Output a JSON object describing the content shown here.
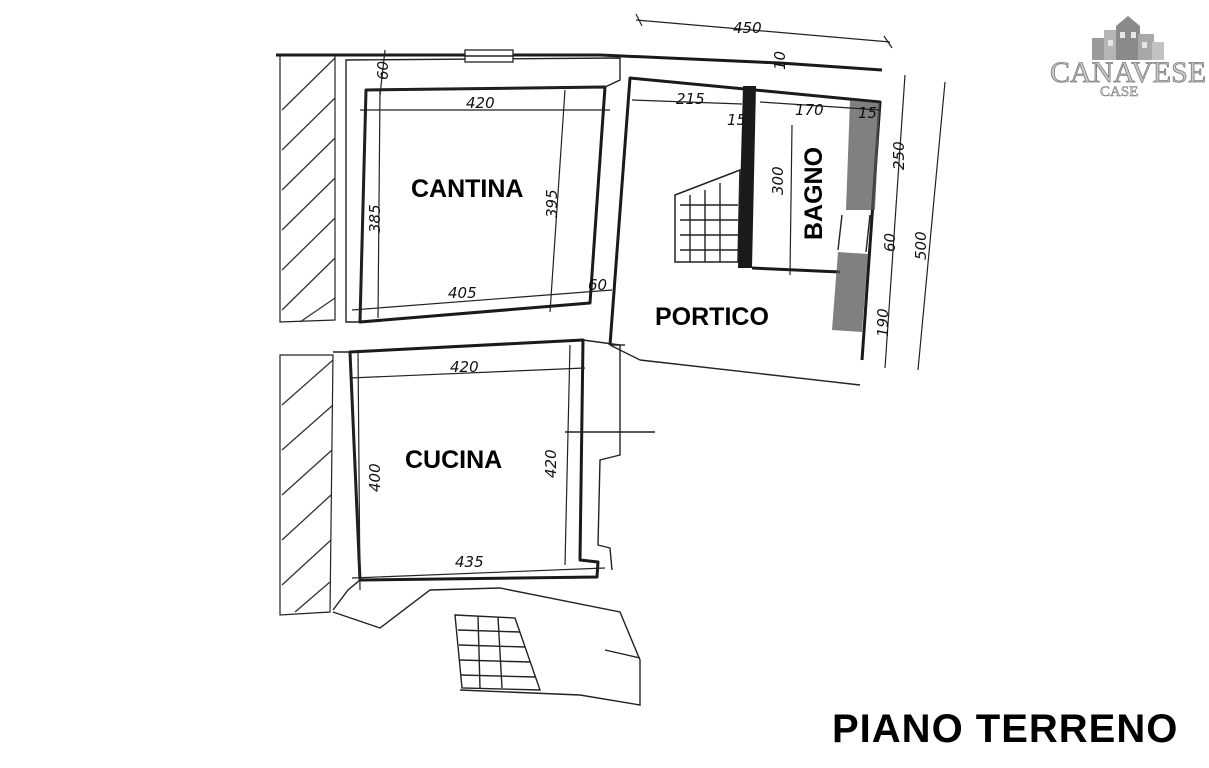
{
  "title": "PIANO TERRENO",
  "logo": {
    "brand": "CANAVESE",
    "sub": "CASE"
  },
  "rooms": {
    "cantina": "CANTINA",
    "cucina": "CUCINA",
    "portico": "PORTICO",
    "bagno": "BAGNO"
  },
  "dimensions": {
    "top_total": "450",
    "cantina_top_offset": "60",
    "cantina_width_top": "420",
    "cantina_width_bottom": "405",
    "cantina_height_left": "385",
    "cantina_height_right": "395",
    "cantina_wall": "60",
    "portico_stair_width": "215",
    "bagno_width": "170",
    "wall_15_a": "15",
    "wall_15_b": "15",
    "wall_10": "10",
    "bagno_height": "300",
    "right_250": "250",
    "right_60": "60",
    "right_190": "190",
    "right_total": "500",
    "cucina_width_top": "420",
    "cucina_width_bottom": "435",
    "cucina_height_left": "400",
    "cucina_height_right": "420"
  }
}
